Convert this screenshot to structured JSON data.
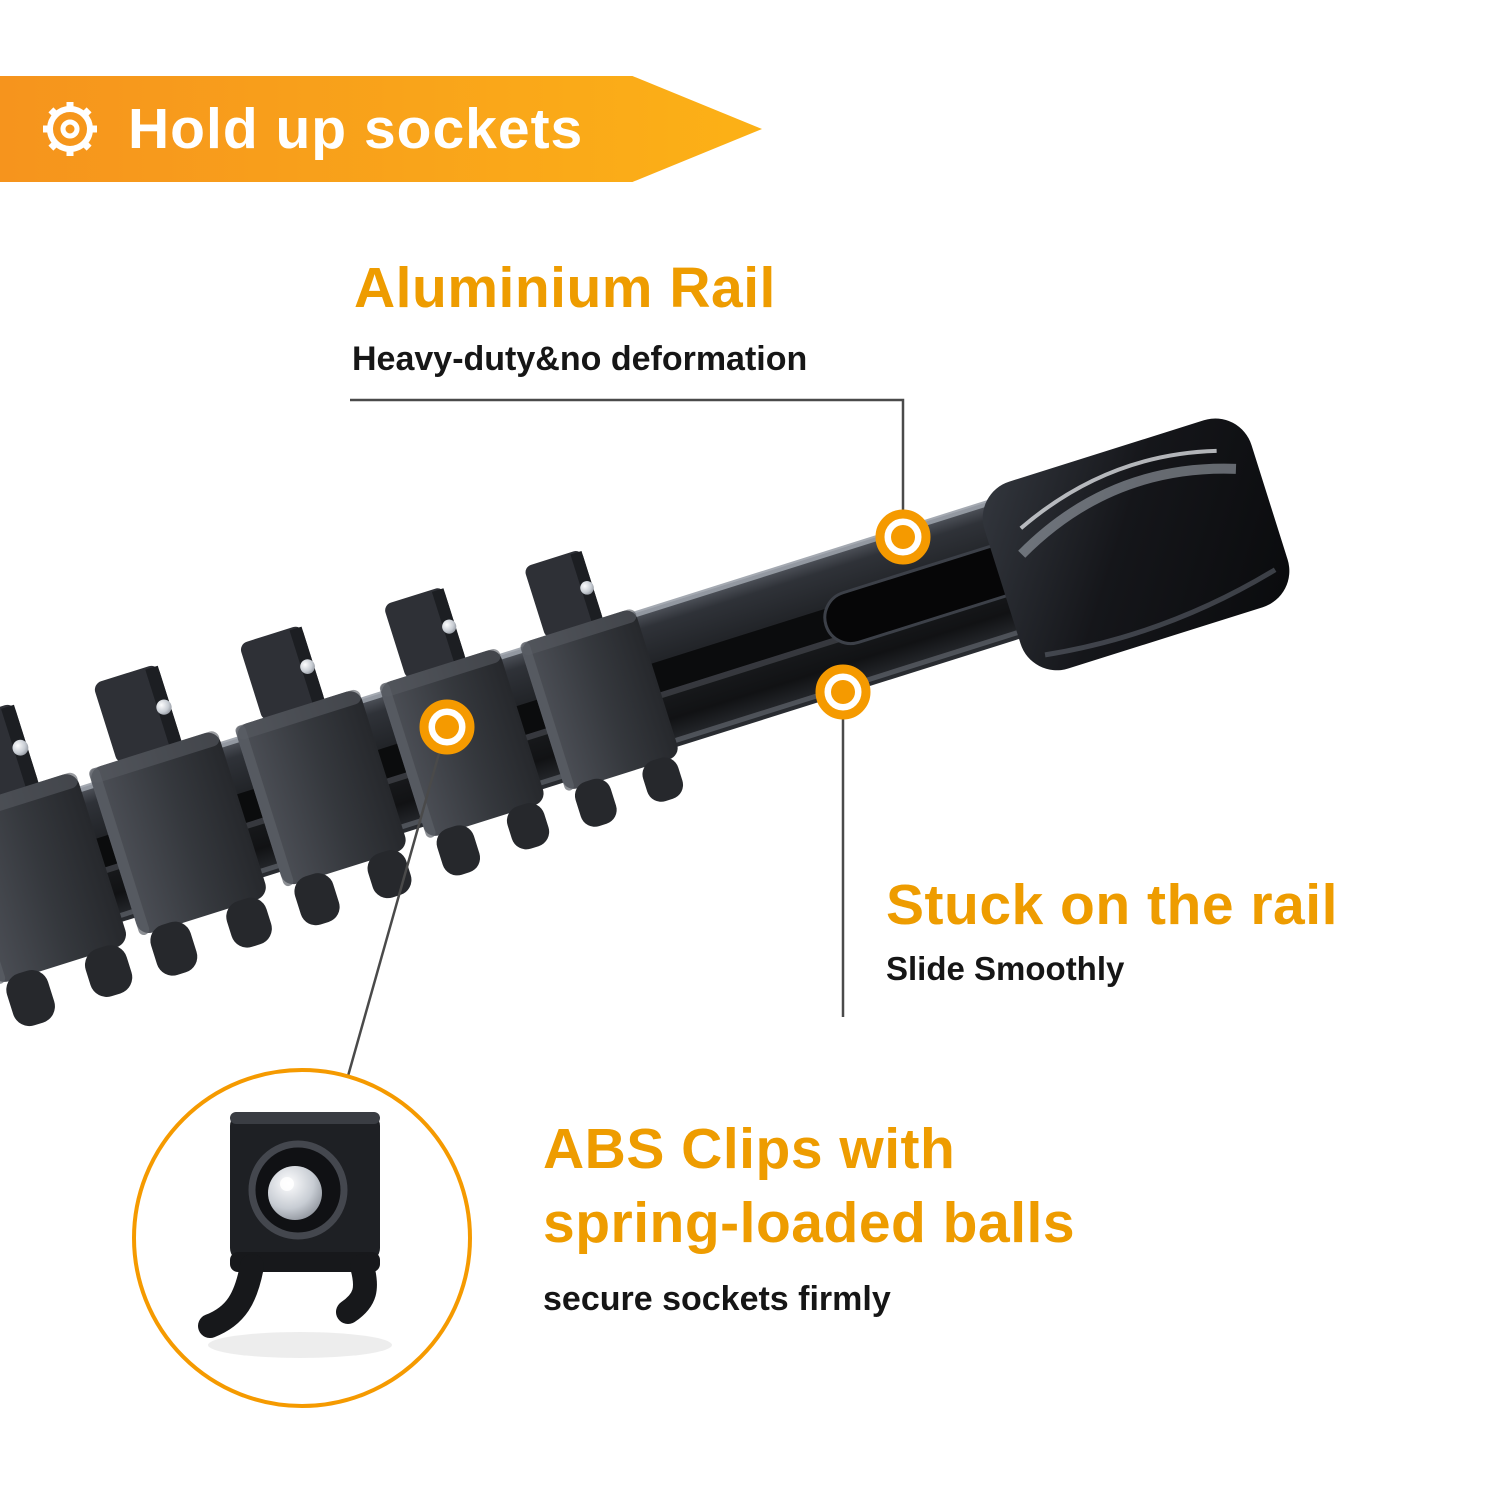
{
  "banner": {
    "label": "Hold up sockets",
    "icon": "gear-icon"
  },
  "features": {
    "rail": {
      "title": "Aluminium Rail",
      "subtitle": "Heavy-duty&no deformation"
    },
    "slide": {
      "title": "Stuck on the rail",
      "subtitle": "Slide Smoothly"
    },
    "clips": {
      "title_line1": "ABS Clips with",
      "title_line2": "spring-loaded balls",
      "subtitle": "secure sockets firmly"
    }
  },
  "colors": {
    "accent_orange": "#F59A00",
    "banner_gradient_start": "#F6941D",
    "banner_gradient_end": "#FCB116",
    "heading_orange": "#EE9C00",
    "body_text": "#161616"
  }
}
